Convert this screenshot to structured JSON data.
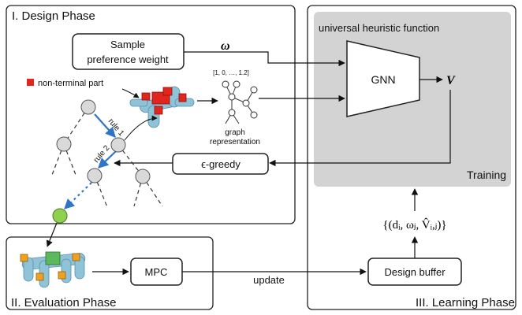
{
  "phases": {
    "design": "I. Design Phase",
    "evaluation": "II. Evaluation Phase",
    "learning": "III. Learning Phase"
  },
  "boxes": {
    "sample_line1": "Sample",
    "sample_line2": "preference weight",
    "gnn": "GNN",
    "egreedy": "ϵ-greedy",
    "mpc": "MPC",
    "design_buffer": "Design buffer"
  },
  "labels": {
    "universal": "universal heuristic function",
    "training": "Training",
    "omega": "ω",
    "v": "V",
    "vector": "[1, 0, …, 1.2]",
    "graph_line1": "graph",
    "graph_line2": "representation",
    "nonterminal": "non-terminal part",
    "rule1": "rule 1",
    "rule2": "rule 2",
    "update": "update",
    "buffer_formula": "{(dᵢ, ωⱼ, V̂ᵢ,ⱼ)}"
  },
  "colors": {
    "panel_gray": "#d3d3d3",
    "node_gray": "#d9d9d9",
    "leaf_green": "#8fd14f",
    "arrow_blue": "#2e75c8",
    "nonterminal_red": "#e0261d",
    "robot_blue": "#8fc3d8",
    "robot_orange": "#f0a020"
  }
}
